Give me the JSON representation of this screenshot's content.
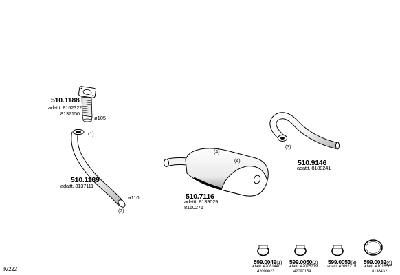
{
  "diagram_code": "IV222",
  "parts": {
    "flange_pipe": {
      "number": "510.1188",
      "alt_1": "adattt. 8162322",
      "alt_2": "8137150",
      "diameter": "ø105"
    },
    "front_pipe": {
      "number": "510.1189",
      "alt_1": "adattt. 8137111",
      "diameter": "ø110"
    },
    "muffler": {
      "number": "510.7116",
      "alt_1": "adattt. 8139029",
      "alt_2": "8160271"
    },
    "tail_pipe": {
      "number": "510.9146",
      "alt_1": "adattt. 8188241"
    }
  },
  "callouts": {
    "c1": "(1)",
    "c2": "(2)",
    "c3": "(3)",
    "c4a": "(4)",
    "c4b": "(4)"
  },
  "clamps": [
    {
      "number": "599.0049",
      "qty": "(1)",
      "alt_1": "adattt. 42081440",
      "alt_2": "42090023"
    },
    {
      "number": "599.0050",
      "qty": "(2)",
      "alt_1": "adattt. 42075779",
      "alt_2": "42090154"
    },
    {
      "number": "599.0053",
      "qty": "(3)",
      "alt_1": "adattt. 42092219",
      "alt_2": ""
    },
    {
      "number": "599.0032",
      "qty": "(4)",
      "alt_1": "adattt. 41016565",
      "alt_2": "8138432"
    }
  ]
}
